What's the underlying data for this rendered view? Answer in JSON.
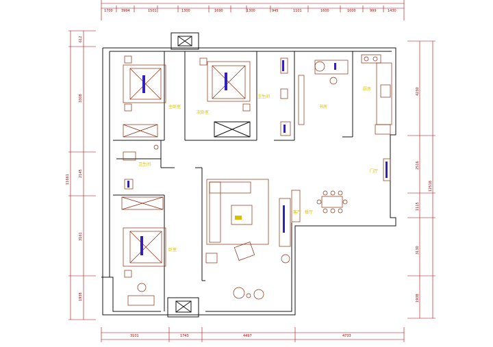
{
  "colors": {
    "wall": "#111111",
    "dimension": "#b00000",
    "furniture": "#8a2a0a",
    "room_label": "#d8c000",
    "fixture_label": "#3020c0"
  },
  "dims_top": [
    "1700",
    "3994",
    "1501",
    "1300",
    "1690",
    "1300",
    "945",
    "1101",
    "1600",
    "1000",
    "999",
    "1430"
  ],
  "dims_bottom": [
    "3101",
    "1743",
    "4497",
    "4733"
  ],
  "dims_left": [
    "612",
    "3308",
    "2145",
    "3161",
    "1938"
  ],
  "dims_left_total": "11661",
  "dims_right": [
    "4230",
    "2516",
    "1115",
    "3130",
    "1938"
  ],
  "dims_right_total": "12518",
  "rooms": {
    "master_bedroom": "主卧室",
    "second_bedroom": "次卧室",
    "bathroom": "卫生间",
    "study": "书房",
    "kitchen": "厨房",
    "restroom": "卫生间",
    "bedroom3": "卧室",
    "living": "客厅",
    "dining": "餐厅",
    "entrance": "门厅"
  }
}
